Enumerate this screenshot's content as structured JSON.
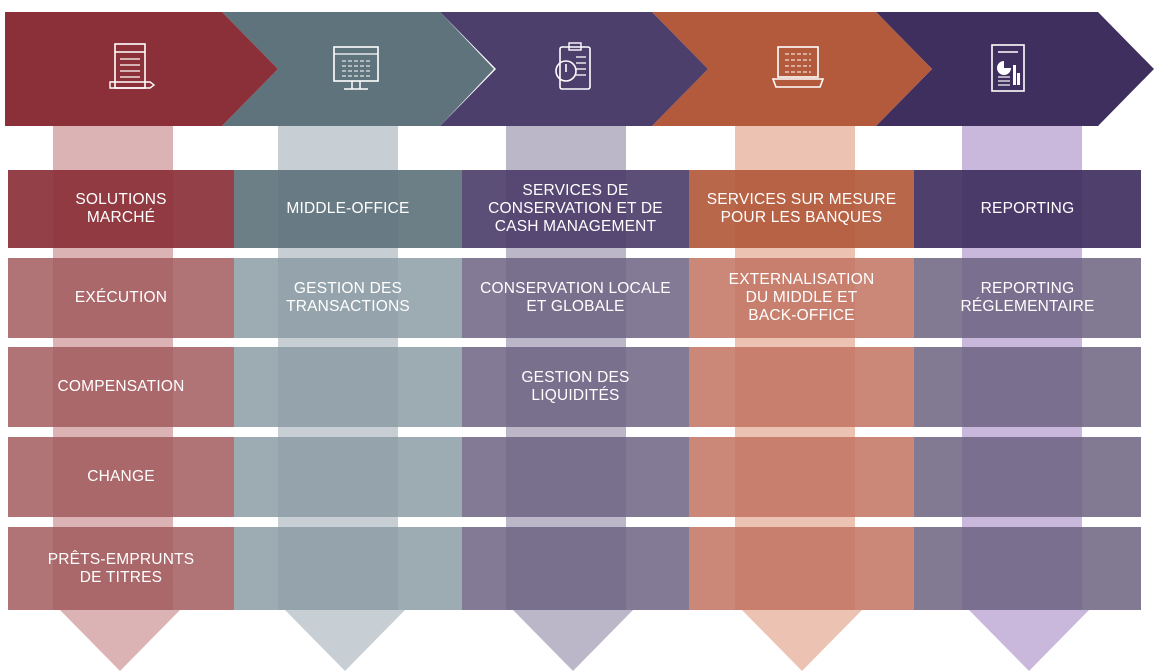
{
  "diagram": {
    "columns": [
      {
        "key": "solutions",
        "color_dark": "#8b3038",
        "color_arrow": "#dcb3b4",
        "color_cell": "#a25a5e",
        "header": "SOLUTIONS\nMARCHÉ",
        "icon": "document-pen-icon",
        "cells": [
          "EXÉCUTION",
          "COMPENSATION",
          "CHANGE",
          "PRÊTS-EMPRUNTS\nDE TITRES"
        ]
      },
      {
        "key": "middle",
        "color_dark": "#5f737c",
        "color_arrow": "#c7ced4",
        "color_cell": "#8c9ca4",
        "header": "MIDDLE-OFFICE",
        "icon": "monitor-icon",
        "cells": [
          "GESTION DES\nTRANSACTIONS",
          "",
          "",
          ""
        ]
      },
      {
        "key": "conservation",
        "color_dark": "#4d3f6b",
        "color_arrow": "#bcb6c9",
        "color_cell": "#6d6482",
        "header": "SERVICES DE\nCONSERVATION ET DE\nCASH MANAGEMENT",
        "icon": "clipboard-power-icon",
        "cells": [
          "CONSERVATION LOCALE\nET GLOBALE",
          "GESTION DES\nLIQUIDITÉS",
          "",
          ""
        ]
      },
      {
        "key": "banques",
        "color_dark": "#b35a3c",
        "color_arrow": "#ecc3b3",
        "color_cell": "#c27360",
        "header": "SERVICES SUR MESURE\nPOUR LES BANQUES",
        "icon": "laptop-icon",
        "cells": [
          "EXTERNALISATION\nDU MIDDLE ET\nBACK-OFFICE",
          "",
          "",
          ""
        ]
      },
      {
        "key": "reporting",
        "color_dark": "#3f2f5f",
        "color_arrow": "#c9b8dc",
        "color_cell": "#6c6180",
        "header": "REPORTING",
        "icon": "report-chart-icon",
        "cells": [
          "REPORTING\nRÉGLEMENTAIRE",
          "",
          "",
          ""
        ]
      }
    ]
  }
}
